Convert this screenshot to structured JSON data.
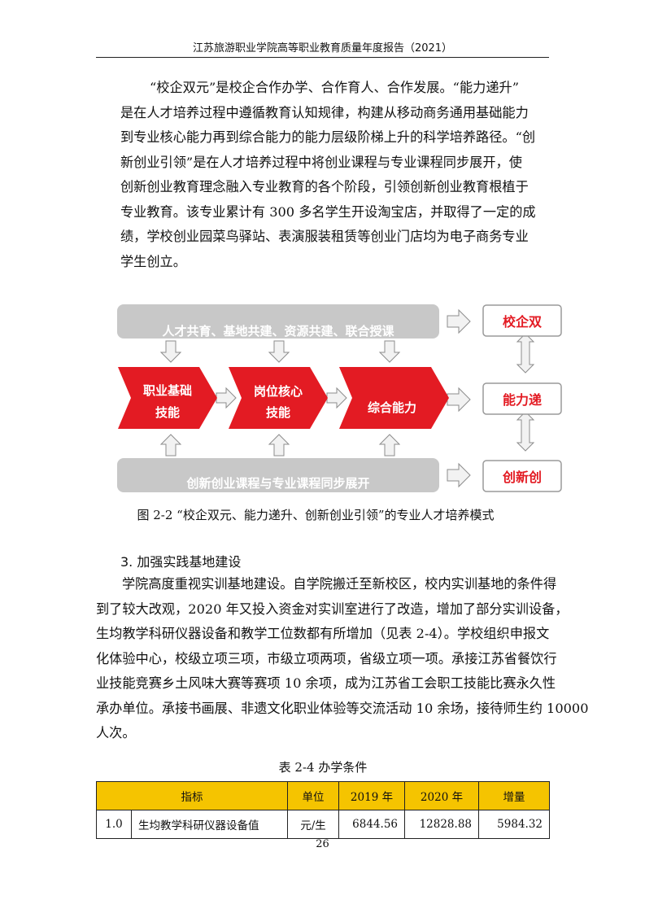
{
  "header": {
    "title": "江苏旅游职业学院高等职业教育质量年度报告（2021）"
  },
  "intro_lines": [
    "“校企双元”是校企合作办学、合作育人、合作发展。“能力递升”",
    "是在人才培养过程中遵循教育认知规律，构建从移动商务通用基础能力",
    "到专业核心能力再到综合能力的能力层级阶梯上升的科学培养路径。“创",
    "新创业引领”是在人才培养过程中将创业课程与专业课程同步展开，使",
    "创新创业教育理念融入专业教育的各个阶段，引领创新创业教育根植于",
    "专业教育。该专业累计有 300 多名学生开设淘宝店，并取得了一定的成",
    "绩，学校创业园菜鸟驿站、表演服装租赁等创业门店均为电子商务专业",
    "学生创立。"
  ],
  "diagram": {
    "top_bar": "人才共育、基地共建、资源共建、联合授课",
    "bottom_bar": "创新创业课程与专业课程同步展开",
    "stage1_line1": "职业基础",
    "stage1_line2": "技能",
    "stage2_line1": "岗位核心",
    "stage2_line2": "技能",
    "stage3": "综合能力",
    "right_box1": "校企双",
    "right_box2": "能力递",
    "right_box3": "创新创",
    "colors": {
      "red": "#e31b23",
      "gray": "#c8c8c8",
      "arrow_fill": "#f2f2f2"
    }
  },
  "figure_caption": "图 2-2 “校企双元、能力递升、创新创业引领”的专业人才培养模式",
  "section3": {
    "heading": "3. 加强实践基地建设",
    "lines": [
      "学院高度重视实训基地建设。自学院搬迁至新校区，校内实训基地的条件得",
      "到了较大改观，2020 年又投入资金对实训室进行了改造，增加了部分实训设备，",
      "生均教学科研仪器设备和教学工位数都有所增加（见表 2-4）。学校组织申报文",
      "化体验中心，校级立项三项，市级立项两项，省级立项一项。承接江苏省餐饮行",
      "业技能竞赛乡土风味大赛等赛项 10 余项，成为江苏省工会职工技能比赛永久性",
      "承办单位。承接书画展、非遗文化职业体验等交流活动 10 余场，接待师生约 10000",
      "人次。"
    ]
  },
  "table": {
    "caption": "表 2-4 办学条件",
    "headers": {
      "indicator": "指标",
      "unit": "单位",
      "y2019": "2019 年",
      "y2020": "2020 年",
      "delta": "增量"
    },
    "rows": [
      {
        "no": "1.0",
        "name": "生均教学科研仪器设备值",
        "unit": "元/生",
        "y2019": "6844.56",
        "y2020": "12828.88",
        "delta": "5984.32"
      }
    ]
  },
  "page_number": "26"
}
